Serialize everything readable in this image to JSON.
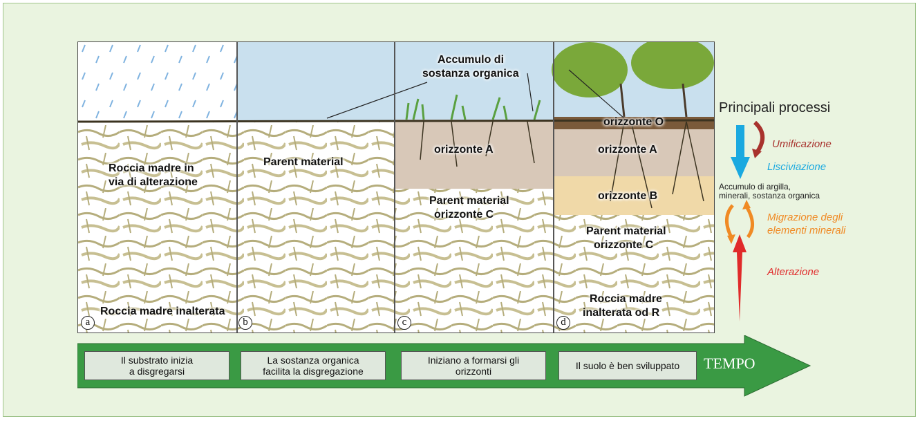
{
  "panels": [
    {
      "letter": "a",
      "labels": [
        "Roccia madre in",
        "via di  alterazione",
        "Roccia madre inalterata"
      ]
    },
    {
      "letter": "b",
      "labels": [
        "Parent material"
      ]
    },
    {
      "letter": "c",
      "labels": [
        "Accumulo di",
        "sostanza organica",
        "orizzonte A",
        "Parent material",
        "orizzonte C"
      ]
    },
    {
      "letter": "d",
      "labels": [
        "orizzonte O",
        "orizzonte A",
        "orizzonte B",
        "Parent material",
        "orizzonte C",
        "Roccia madre",
        "inalterata od R"
      ]
    }
  ],
  "processes": {
    "title": "Principali processi",
    "umificazione": "Umificazione",
    "lisciviazione": "Lisciviazione",
    "accumulo_line1": "Accumulo di argilla,",
    "accumulo_line2": "minerali, sostanza organica",
    "migrazione_line1": "Migrazione degli",
    "migrazione_line2": "elementi minerali",
    "alterazione": "Alterazione",
    "colors": {
      "umificazione": "#a8322d",
      "lisciviazione": "#1aa9e0",
      "migrazione": "#f08a24",
      "alterazione": "#e02a2a"
    }
  },
  "timeline": {
    "stages": [
      [
        "Il substrato inizia",
        "a disgregarsi"
      ],
      [
        "La sostanza organica",
        "facilita la disgregazione"
      ],
      [
        "Iniziano a formarsi gli",
        "orizzonti"
      ],
      [
        "Il suolo è ben sviluppato"
      ]
    ],
    "tempo": "TEMPO",
    "arrow_color": "#3a9a44"
  }
}
